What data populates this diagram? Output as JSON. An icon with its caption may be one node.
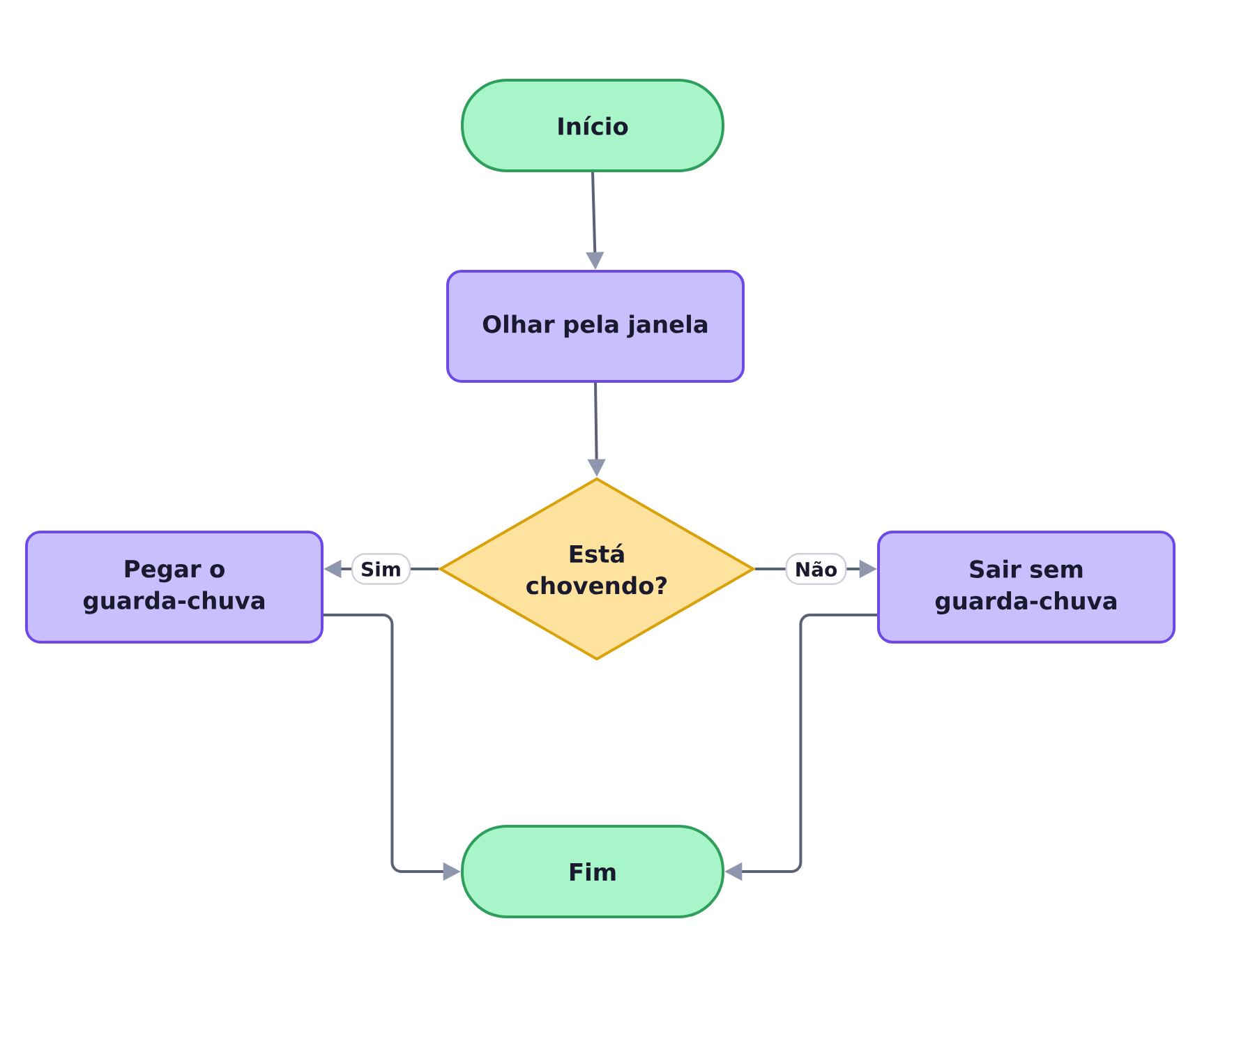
{
  "diagram": {
    "nodes": [
      {
        "text": [
          "Início"
        ]
      },
      {
        "text": [
          "Olhar pela janela"
        ]
      },
      {
        "text": [
          "Está chovendo?"
        ]
      },
      {
        "text": [
          "Pegar o guarda-chuva"
        ]
      },
      {
        "text": [
          "Sair sem guarda-chuva"
        ]
      },
      {
        "text": [
          "Fim"
        ]
      }
    ],
    "edges": [
      {
        "from": 0,
        "to": 1,
        "arrow": "to"
      },
      {
        "from": 1,
        "to": 2,
        "arrow": "to"
      },
      {
        "from": 2,
        "to": 3,
        "arrow": "to",
        "label": "Sim"
      },
      {
        "from": 2,
        "to": 4,
        "arrow": "to",
        "label": "Não"
      },
      {
        "from": 3,
        "to": 5,
        "arrow": "to"
      },
      {
        "from": 4,
        "to": 5,
        "arrow": "to"
      }
    ]
  }
}
